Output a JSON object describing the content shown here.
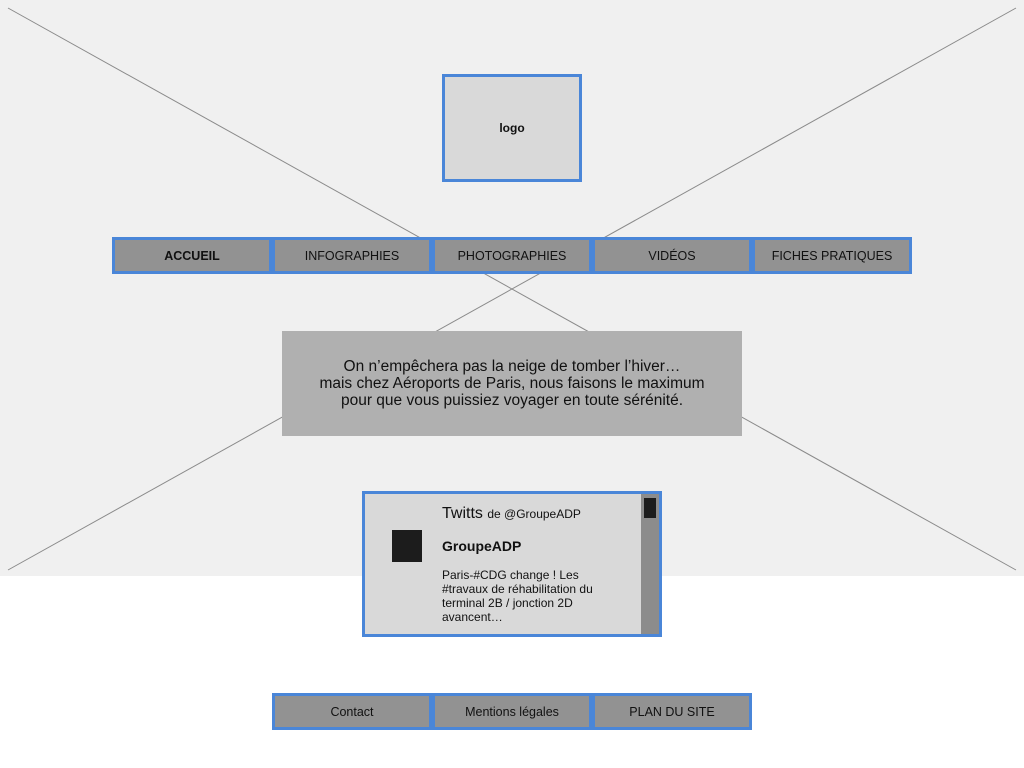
{
  "logo": {
    "label": "logo"
  },
  "nav": {
    "items": [
      {
        "label": "ACCUEIL",
        "active": true
      },
      {
        "label": "INFOGRAPHIES"
      },
      {
        "label": "PHOTOGRAPHIES"
      },
      {
        "label": "VIDÉOS"
      },
      {
        "label": "FICHES PRATIQUES"
      }
    ]
  },
  "banner": {
    "lines": [
      "On n’empêchera pas la neige de tomber l’hiver…",
      "mais chez Aéroports de Paris, nous faisons le maximum",
      "pour que vous puissiez voyager en toute sérénité."
    ]
  },
  "twitter": {
    "title": "Twitts",
    "handle": "de @GroupeADP",
    "account": "GroupeADP",
    "tweet": "Paris-#CDG change ! Les #travaux de réhabilitation du terminal 2B / jonction 2D avancent…"
  },
  "footer": {
    "items": [
      {
        "label": "Contact"
      },
      {
        "label": "Mentions légales"
      },
      {
        "label": "PLAN DU SITE"
      }
    ]
  },
  "colors": {
    "accent": "#4a86d8",
    "hero_bg": "#f0f0f0",
    "button_bg": "#929292"
  }
}
